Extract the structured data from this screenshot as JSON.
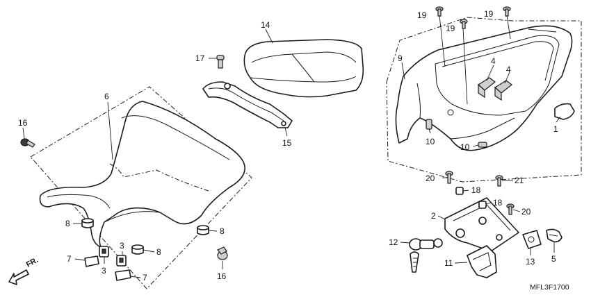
{
  "diagram": {
    "diagram_code": "MFL3F1700",
    "direction_label": "FR.",
    "callouts": [
      {
        "id": "c14",
        "label": "14"
      },
      {
        "id": "c17",
        "label": "17"
      },
      {
        "id": "c15",
        "label": "15"
      },
      {
        "id": "c6",
        "label": "6"
      },
      {
        "id": "c16a",
        "label": "16"
      },
      {
        "id": "c16b",
        "label": "16"
      },
      {
        "id": "c8a",
        "label": "8"
      },
      {
        "id": "c8b",
        "label": "8"
      },
      {
        "id": "c8c",
        "label": "8"
      },
      {
        "id": "c7a",
        "label": "7"
      },
      {
        "id": "c7b",
        "label": "7"
      },
      {
        "id": "c3a",
        "label": "3"
      },
      {
        "id": "c3b",
        "label": "3"
      },
      {
        "id": "c19a",
        "label": "19"
      },
      {
        "id": "c19b",
        "label": "19"
      },
      {
        "id": "c19c",
        "label": "19"
      },
      {
        "id": "c9",
        "label": "9"
      },
      {
        "id": "c4a",
        "label": "4"
      },
      {
        "id": "c4b",
        "label": "4"
      },
      {
        "id": "c1",
        "label": "1"
      },
      {
        "id": "c10a",
        "label": "10"
      },
      {
        "id": "c10b",
        "label": "10"
      },
      {
        "id": "c20a",
        "label": "20"
      },
      {
        "id": "c20b",
        "label": "20"
      },
      {
        "id": "c18a",
        "label": "18"
      },
      {
        "id": "c18b",
        "label": "18"
      },
      {
        "id": "c21",
        "label": "21"
      },
      {
        "id": "c2",
        "label": "2"
      },
      {
        "id": "c12",
        "label": "12"
      },
      {
        "id": "c11",
        "label": "11"
      },
      {
        "id": "c13",
        "label": "13"
      },
      {
        "id": "c5",
        "label": "5"
      }
    ]
  }
}
